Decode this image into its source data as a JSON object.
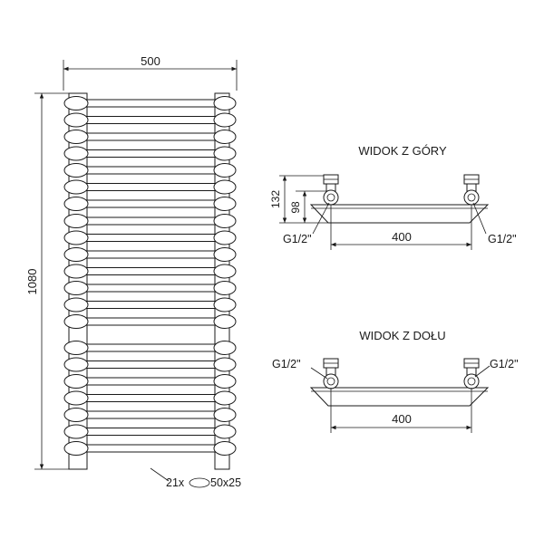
{
  "front_view": {
    "width_label": "500",
    "height_label": "1080",
    "tube_count": 21,
    "tube_note_prefix": "21x",
    "tube_note_suffix": "50x25"
  },
  "top_view": {
    "title": "WIDOK Z GÓRY",
    "dim_132": "132",
    "dim_98": "98",
    "dim_400": "400",
    "thread_left": "G1/2\"",
    "thread_right": "G1/2\""
  },
  "bottom_view": {
    "title": "WIDOK Z DOŁU",
    "dim_400": "400",
    "thread_left": "G1/2\"",
    "thread_right": "G1/2\""
  },
  "colors": {
    "line": "#1a1a1a",
    "background": "#ffffff"
  }
}
